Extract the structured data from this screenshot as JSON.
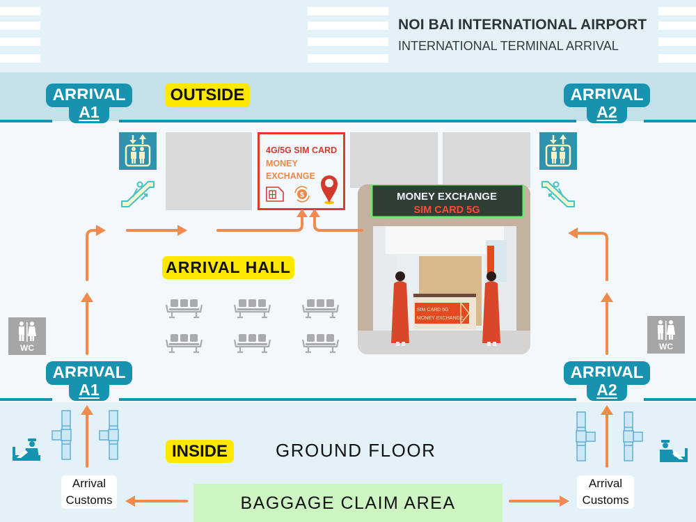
{
  "header": {
    "title": "NOI BAI INTERNATIONAL AIRPORT",
    "subtitle": "INTERNATIONAL TERMINAL ARRIVAL"
  },
  "zones": {
    "outside": "OUTSIDE",
    "arrival_hall": "ARRIVAL HALL",
    "inside": "INSIDE",
    "ground_floor": "GROUND FLOOR",
    "baggage_claim": "BAGGAGE CLAIM AREA"
  },
  "gates": {
    "a1": {
      "line1": "ARRIVAL",
      "line2": "A1"
    },
    "a2": {
      "line1": "ARRIVAL",
      "line2": "A2"
    }
  },
  "customs": {
    "left": {
      "line1": "Arrival",
      "line2": "Customs"
    },
    "right": {
      "line1": "Arrival",
      "line2": "Customs"
    }
  },
  "highlight_shop": {
    "line1": "4G/5G SIM CARD",
    "line2": "MONEY",
    "line3": "EXCHANGE",
    "icons": [
      "sim-card-icon",
      "currency-exchange-icon",
      "location-pin-icon"
    ]
  },
  "photo": {
    "sign_line1": "MONEY EXCHANGE",
    "sign_line2": "SIM CARD 5G",
    "counter_line1": "SIM CARD 5G",
    "counter_line2": "MONEY EXCHANGE"
  },
  "facilities": {
    "wc_label": "WC",
    "icons": [
      "elevator-icon",
      "escalator-icon",
      "restroom-icon",
      "seating-icon",
      "customs-officer-icon",
      "passport-gate-icon"
    ]
  },
  "colors": {
    "teal": "#1793b0",
    "orange_arrow": "#f28a4e",
    "highlight_red": "#dd3a2a",
    "label_yellow": "#ffe800",
    "baggage_green": "#ccf5c2"
  }
}
